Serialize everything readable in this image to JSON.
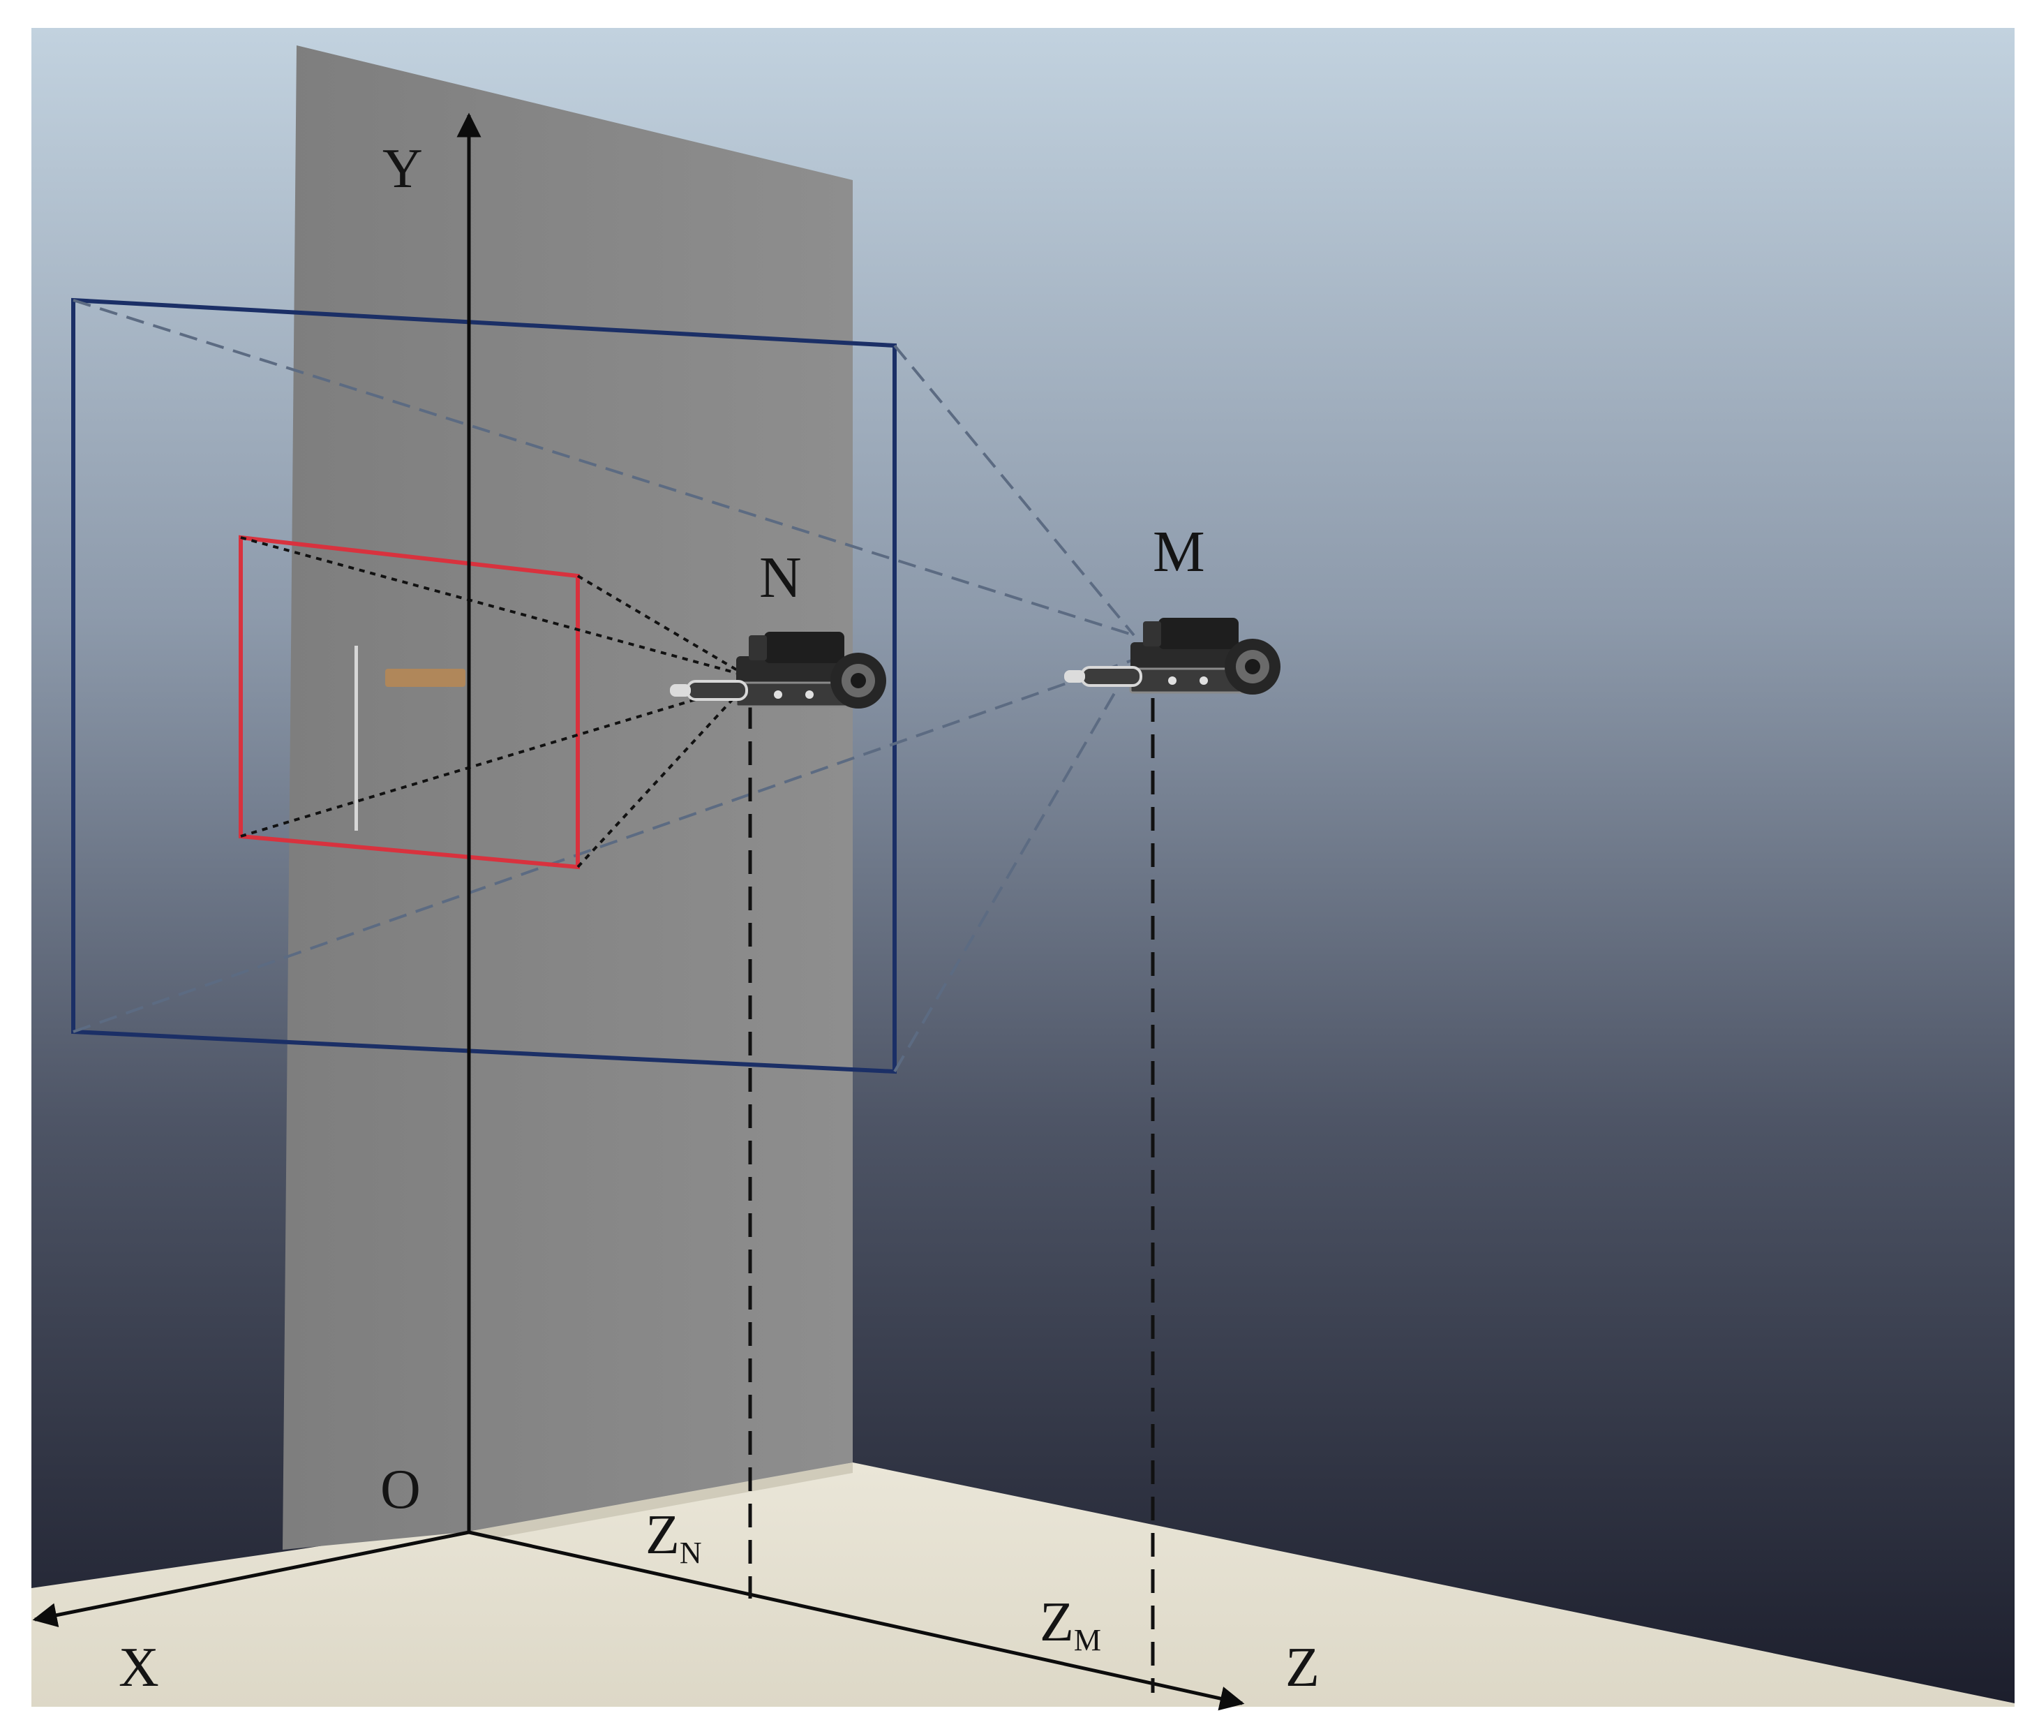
{
  "axes": {
    "x": "X",
    "y": "Y",
    "z": "Z",
    "origin": "O"
  },
  "cameras": [
    {
      "name": "N",
      "ground_label_main": "Z",
      "ground_label_sub": "N"
    },
    {
      "name": "M",
      "ground_label_main": "Z",
      "ground_label_sub": "M"
    }
  ],
  "colors": {
    "background_top": "#c2d2df",
    "background_bottom": "#1c1e2c",
    "wall": "#8a8a8a",
    "floor": "#e4e0d1",
    "far_view_frame": "#1b2f66",
    "near_view_frame": "#d8323e",
    "axis": "#0c0c0c",
    "target": "#b0875a"
  }
}
